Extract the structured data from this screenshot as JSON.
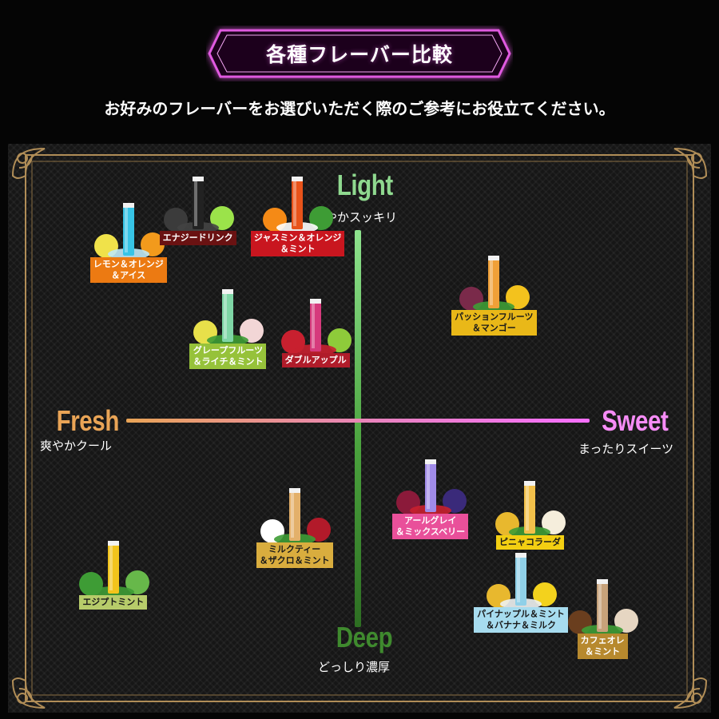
{
  "header": {
    "title": "各種フレーバー比較",
    "subtitle": "お好みのフレーバーをお選びいただく際のご参考にお役立てください。"
  },
  "colors": {
    "title_neon": "#d64bd6",
    "light": "#8fd98f",
    "deep": "#3f8a2e",
    "fresh": "#e9a456",
    "sweet": "#f68cf6",
    "frame_gold": "#b08d57"
  },
  "chart_data": {
    "type": "scatter",
    "title": "",
    "axes": {
      "top": {
        "label": "Light",
        "sub": "爽やかスッキリ"
      },
      "bottom": {
        "label": "Deep",
        "sub": "どっしり濃厚"
      },
      "left": {
        "label": "Fresh",
        "sub": "爽やかクール"
      },
      "right": {
        "label": "Sweet",
        "sub": "まったりスイーツ"
      }
    },
    "xlim": [
      -1,
      1
    ],
    "ylim": [
      -1,
      1
    ],
    "points": [
      {
        "id": "lemon",
        "lines": [
          "レモン＆オレンジ",
          "＆アイス"
        ],
        "x": -0.76,
        "y": 0.71,
        "label_bg": "#ec7a12",
        "label_fg": "#ffffff",
        "pod": "#37c4e6",
        "fruit": [
          "#f0e24a",
          "#f29a1c",
          "#bfe9f7"
        ]
      },
      {
        "id": "energy",
        "lines": [
          "エナジードリンク"
        ],
        "x": -0.53,
        "y": 0.82,
        "label_bg": "#6a1212",
        "label_fg": "#ffffff",
        "pod": "#222222",
        "fruit": [
          "#3b3b3b",
          "#9be34a",
          "#444444"
        ]
      },
      {
        "id": "jasmine",
        "lines": [
          "ジャスミン＆オレンジ",
          "＆ミント"
        ],
        "x": -0.2,
        "y": 0.82,
        "label_bg": "#c9161f",
        "label_fg": "#ffffff",
        "pod": "#e8531a",
        "fruit": [
          "#f58a16",
          "#3e9c35",
          "#ffffff"
        ]
      },
      {
        "id": "grapefruit",
        "lines": [
          "グレープフルーツ",
          "＆ライチ＆ミント"
        ],
        "x": -0.43,
        "y": 0.35,
        "label_bg": "#96c23a",
        "label_fg": "#ffffff",
        "pod": "#7fd6a6",
        "fruit": [
          "#e8e04a",
          "#f2d6d6",
          "#3e9c35"
        ]
      },
      {
        "id": "apple",
        "lines": [
          "ダブルアップル"
        ],
        "x": -0.14,
        "y": 0.31,
        "label_bg": "#b01c2a",
        "label_fg": "#ffffff",
        "pod": "#d63a7c",
        "fruit": [
          "#c8202f",
          "#8ecb3a",
          "#c8202f"
        ]
      },
      {
        "id": "passion",
        "lines": [
          "パッションフルーツ",
          "＆マンゴー"
        ],
        "x": 0.45,
        "y": 0.49,
        "label_bg": "#e9b818",
        "label_fg": "#1a1a1a",
        "pod": "#f0a038",
        "fruit": [
          "#7a2a4a",
          "#f3c21d",
          "#3e9c35"
        ]
      },
      {
        "id": "earlgrey",
        "lines": [
          "アールグレイ",
          "＆ミックスベリー"
        ],
        "x": 0.24,
        "y": -0.36,
        "label_bg": "#e9509a",
        "label_fg": "#ffffff",
        "pod": "#a08be8",
        "fruit": [
          "#8b1a3a",
          "#3a2a7a",
          "#c8202f"
        ]
      },
      {
        "id": "pinacolada",
        "lines": [
          "ピニャコラーダ"
        ],
        "x": 0.57,
        "y": -0.45,
        "label_bg": "#f3cf12",
        "label_fg": "#1a1a1a",
        "pod": "#f2c04a",
        "fruit": [
          "#e8b82e",
          "#f5eedc",
          "#3e9c35"
        ]
      },
      {
        "id": "milktea",
        "lines": [
          "ミルクティー",
          "＆ザクロ＆ミント"
        ],
        "x": -0.21,
        "y": -0.48,
        "label_bg": "#d9ad3e",
        "label_fg": "#1a1a1a",
        "pod": "#e3b06a",
        "fruit": [
          "#ffffff",
          "#b21a2a",
          "#3e9c35"
        ]
      },
      {
        "id": "pineapple",
        "lines": [
          "パイナップル＆ミント",
          "＆バナナ＆ミルク"
        ],
        "x": 0.54,
        "y": -0.75,
        "label_bg": "#a7dcef",
        "label_fg": "#1a1a1a",
        "pod": "#8fd0e8",
        "fruit": [
          "#e8b82e",
          "#f3d21d",
          "#eef2f2"
        ]
      },
      {
        "id": "egypt",
        "lines": [
          "エジプトミント"
        ],
        "x": -0.81,
        "y": -0.7,
        "label_bg": "#b7cc6a",
        "label_fg": "#1a1a1a",
        "pod": "#f2c41c",
        "fruit": [
          "#3e9c35",
          "#67b84a",
          "#3e9c35"
        ]
      },
      {
        "id": "cafe",
        "lines": [
          "カフェオレ",
          "＆ミント"
        ],
        "x": 0.81,
        "y": -0.86,
        "label_bg": "#b7892e",
        "label_fg": "#ffffff",
        "pod": "#c7a27a",
        "fruit": [
          "#6a3e1e",
          "#e6d6c2",
          "#3e9c35"
        ]
      }
    ]
  }
}
